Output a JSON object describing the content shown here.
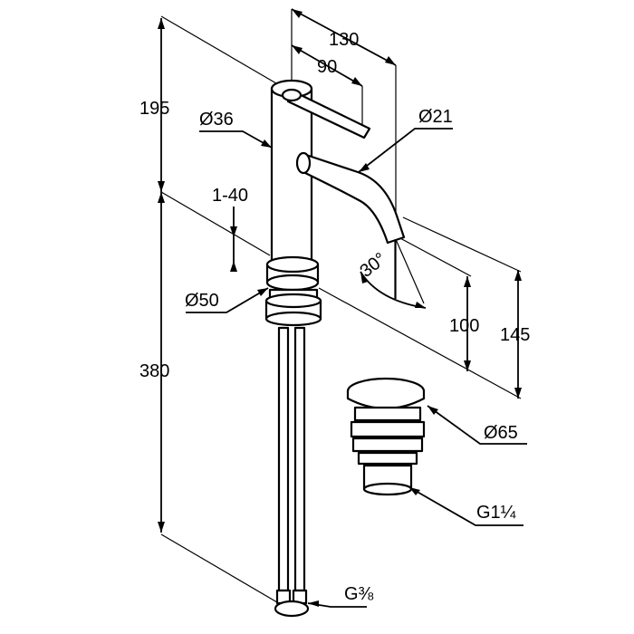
{
  "drawing": {
    "colors": {
      "line": "#000000",
      "background": "#ffffff"
    },
    "labels": {
      "overall_reach": "130",
      "lever_reach": "90",
      "height_above_deck": "195",
      "body_diameter": "Ø36",
      "spout_diameter": "Ø21",
      "deck_thickness": "1-40",
      "spout_angle": "30°",
      "base_diameter": "Ø50",
      "spout_outlet_height": "100",
      "spout_top_height": "145",
      "hose_length": "380",
      "waste_diameter": "Ø65",
      "waste_thread": "G1¼",
      "hose_thread": "G⅜"
    }
  }
}
